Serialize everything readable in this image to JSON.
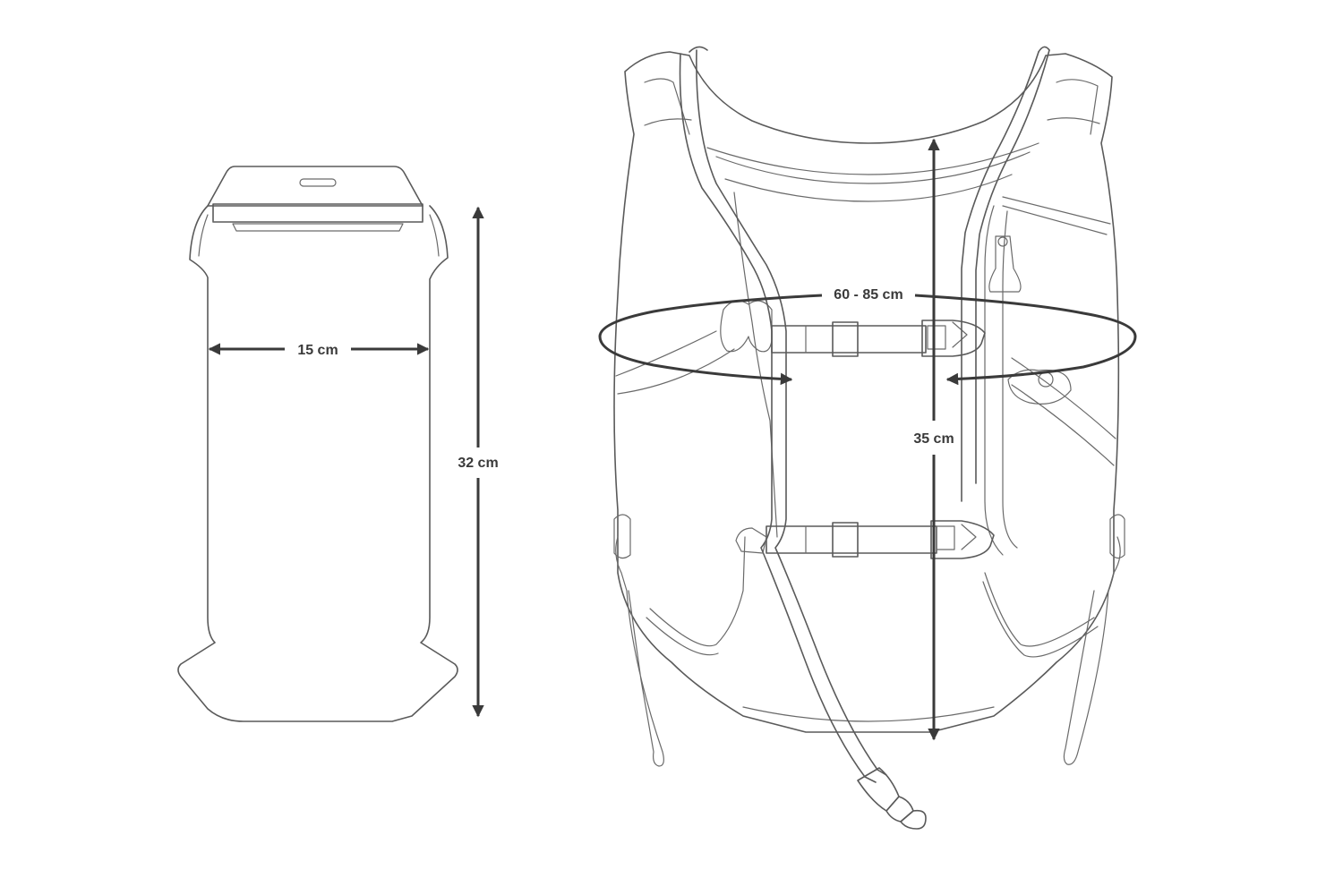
{
  "diagram": {
    "bladder": {
      "width_label": "15 cm",
      "height_label": "32 cm"
    },
    "vest": {
      "chest_label": "60 - 85 cm",
      "height_label": "35 cm"
    },
    "colors": {
      "line": "#5a5a5a",
      "dimension": "#3a3a3a",
      "background": "#ffffff"
    }
  }
}
